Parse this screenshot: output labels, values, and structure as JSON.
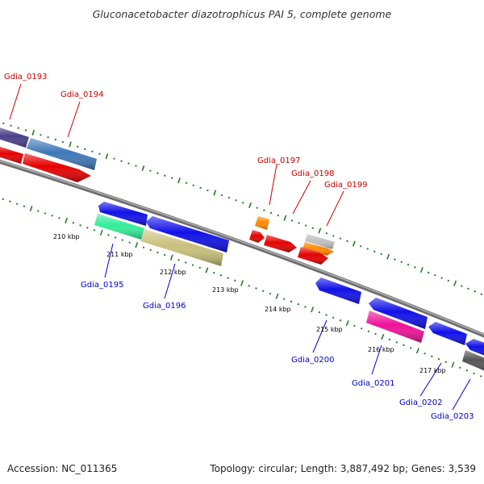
{
  "header": {
    "title": "Gluconacetobacter diazotrophicus PAI 5, complete genome"
  },
  "footer": {
    "accession": "Accession: NC_011365",
    "summary": "Topology: circular; Length: 3,887,492 bp; Genes: 3,539"
  },
  "colors": {
    "backbone": "#8a8a8a",
    "tick": "#2a7a2a",
    "forward_label": "#cc0000",
    "reverse_label": "#0000cc",
    "kbp_label": "#000000"
  },
  "scale_labels": [
    "210 kbp",
    "211 kbp",
    "212 kbp",
    "213 kbp",
    "214 kbp",
    "215 kbp",
    "216 kbp",
    "217 kbp"
  ],
  "forward_genes": [
    "Gdia_0193",
    "Gdia_0194",
    "Gdia_0197",
    "Gdia_0198",
    "Gdia_0199"
  ],
  "reverse_genes": [
    "Gdia_0195",
    "Gdia_0196",
    "Gdia_0200",
    "Gdia_0201",
    "Gdia_0202",
    "Gdia_0203"
  ]
}
